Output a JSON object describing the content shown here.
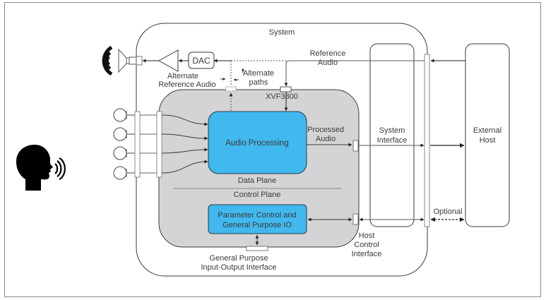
{
  "diagram": {
    "system_label": "System",
    "chip_label": "XVF3800",
    "dac_label": "DAC",
    "alt_ref_audio_line1": "Alternate",
    "alt_ref_audio_line2": "Reference Audio",
    "alt_paths_line1": "Alternate",
    "alt_paths_line2": "paths",
    "ref_audio_line1": "Reference",
    "ref_audio_line2": "Audio",
    "audio_processing_label": "Audio Processing",
    "processed_audio_line1": "Processed",
    "processed_audio_line2": "Audio",
    "data_plane_label": "Data Plane",
    "control_plane_label": "Control Plane",
    "param_control_line1": "Parameter Control and",
    "param_control_line2": "General Purpose IO",
    "gpio_interface_line1": "General Purpose",
    "gpio_interface_line2": "Input-Output Interface",
    "host_control_line1": "Host",
    "host_control_line2": "Control",
    "host_control_line3": "Interface",
    "system_interface_line1": "System",
    "system_interface_line2": "Interface",
    "external_host_line1": "External",
    "external_host_line2": "Host",
    "optional_label": "Optional",
    "microphone_count": 4,
    "colors": {
      "block_blue": "#41b8ee",
      "chip_gray": "#d4d4d6",
      "line": "#3a3a3a"
    }
  }
}
